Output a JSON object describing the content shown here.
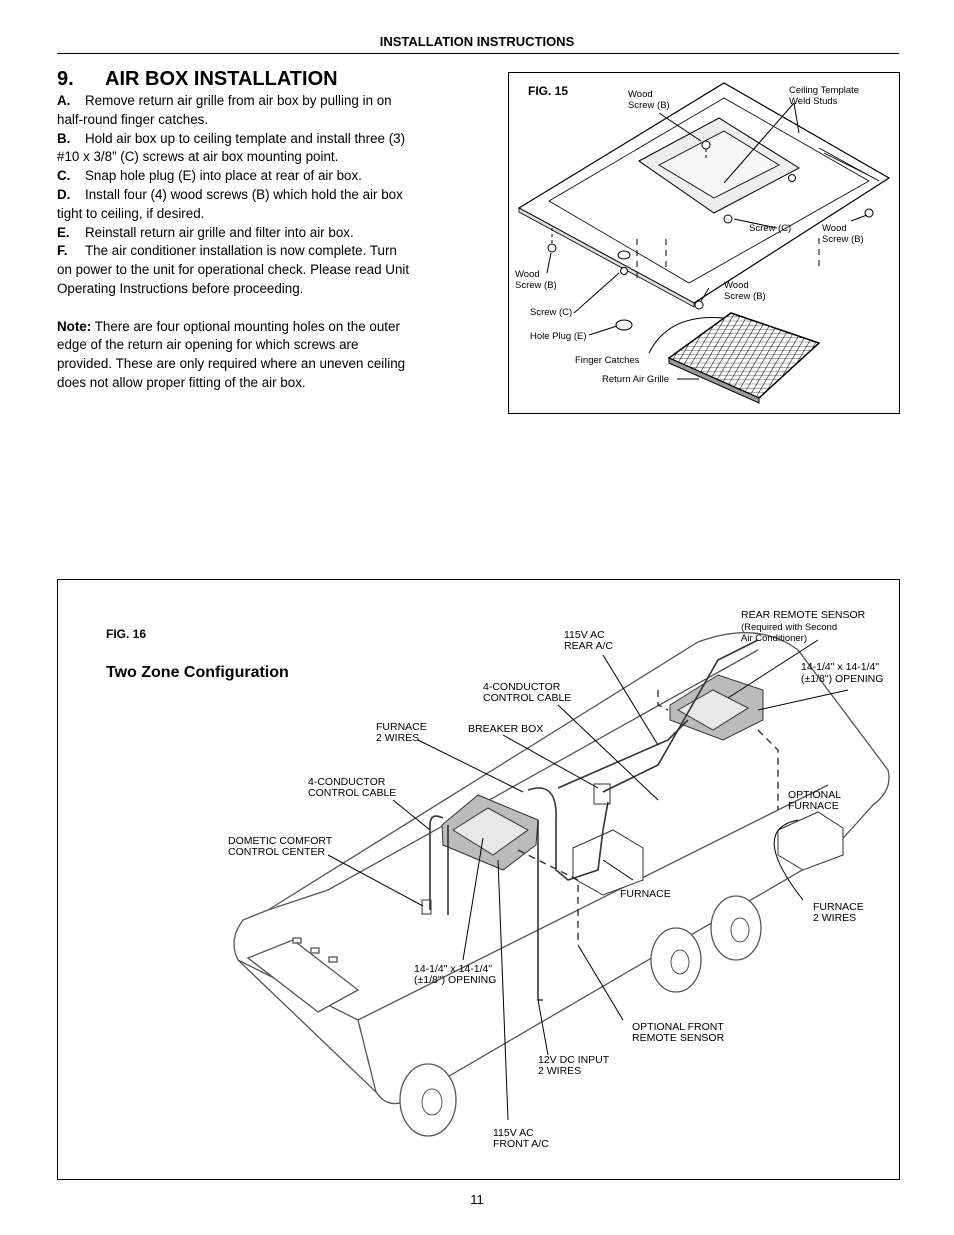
{
  "header": {
    "title": "INSTALLATION INSTRUCTIONS"
  },
  "section": {
    "number": "9.",
    "title": "AIR BOX INSTALLATION",
    "steps": [
      {
        "letter": "A.",
        "text": "Remove return air grille from air box by pulling in on half-round finger catches."
      },
      {
        "letter": "B.",
        "text": "Hold air box up to ceiling template and install three (3) #10 x 3/8” (C) screws at air box mounting point."
      },
      {
        "letter": "C.",
        "text": "Snap hole plug (E) into place at rear of air box."
      },
      {
        "letter": "D.",
        "text": "Install four (4) wood screws (B) which hold the air box tight to ceiling, if desired."
      },
      {
        "letter": "E.",
        "text": "Reinstall return air grille and filter into air box."
      },
      {
        "letter": "F.",
        "text": "The air conditioner installation is now complete.  Turn on power to the unit for operational check.  Please read Unit Operating Instructions before proceeding."
      }
    ],
    "note_label": "Note:",
    "note_text": " There are four optional mounting holes on the outer edge of the return air opening for which screws are provided. These are only required where an uneven ceiling does not allow proper fitting of the air box."
  },
  "fig15": {
    "label": "FIG. 15",
    "wood_screw_1": "Wood",
    "wood_screw_1b": "Screw (B)",
    "ceiling_template": "Ceiling Template",
    "weld_studs": "Weld Studs",
    "screw_c_right": "Screw (C)",
    "wood_screw_right": "Wood",
    "wood_screw_rightb": "Screw (B)",
    "wood_screw_left": "Wood",
    "wood_screw_leftb": "Screw (B)",
    "wood_screw_mid": "Wood",
    "wood_screw_midb": "Screw (B)",
    "screw_c_left": "Screw (C)",
    "hole_plug": "Hole Plug (E)",
    "finger_catches": "Finger Catches",
    "return_air_grille": "Return Air Grille"
  },
  "fig16": {
    "label": "FIG. 16",
    "subtitle": "Two Zone Configuration",
    "labels": {
      "rear_remote_sensor": "REAR REMOTE SENSOR",
      "rear_remote_sensor_2": "(Required with Second",
      "rear_remote_sensor_3": "Air Conditioner)",
      "v115_rear": "115V AC",
      "v115_rear_2": "REAR A/C",
      "opening_rear": "14-1/4\" x 14-1/4\"",
      "opening_rear_2": "(±1/8\") OPENING",
      "four_cond_top": "4-CONDUCTOR",
      "four_cond_top_2": "CONTROL CABLE",
      "furnace_2wires": "FURNACE",
      "furnace_2wires_2": "2 WIRES",
      "breaker_box": "BREAKER BOX",
      "four_cond_left": "4-CONDUCTOR",
      "four_cond_left_2": "CONTROL CABLE",
      "optional_furnace": "OPTIONAL",
      "optional_furnace_2": "FURNACE",
      "dometic": "DOMETIC COMFORT",
      "dometic_2": "CONTROL CENTER",
      "furnace": "FURNACE",
      "furnace_2wires_r": "FURNACE",
      "furnace_2wires_r_2": "2 WIRES",
      "opening_front": "14-1/4\" x 14-1/4\"",
      "opening_front_2": "(±1/8\") OPENING",
      "optional_front_sensor": "OPTIONAL FRONT",
      "optional_front_sensor_2": "REMOTE SENSOR",
      "dc_input": "12V DC INPUT",
      "dc_input_2": "2 WIRES",
      "v115_front": "115V AC",
      "v115_front_2": "FRONT A/C"
    }
  },
  "page_number": "11"
}
